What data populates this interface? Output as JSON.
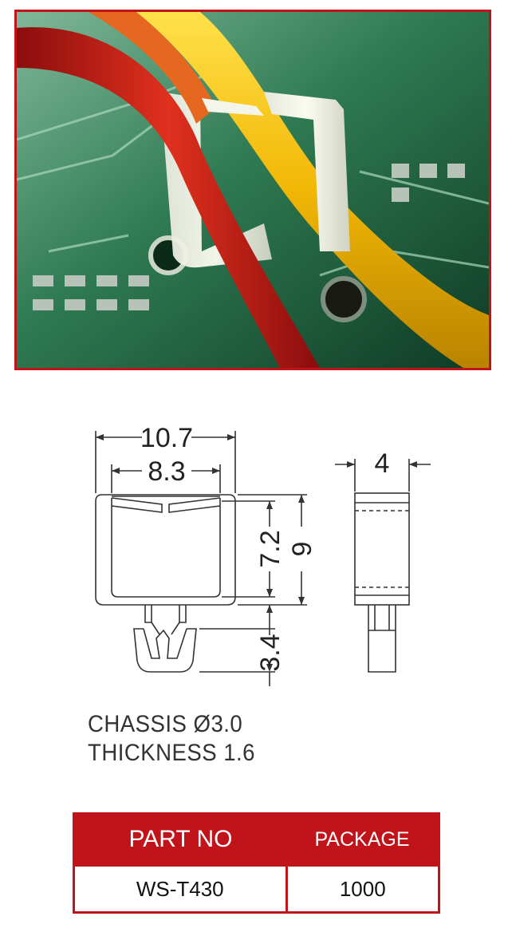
{
  "colors": {
    "accent": "#c0141a"
  },
  "photo": {
    "icon": "wire-clip-photo"
  },
  "drawing": {
    "width_outer": "10.7",
    "width_inner": "8.3",
    "height_inner": "7.2",
    "height_outer": "9",
    "leg_length": "3.4",
    "depth": "4"
  },
  "spec": {
    "chassis": "CHASSIS  Ø3.0",
    "thickness": "THICKNESS  1.6"
  },
  "table": {
    "headers": [
      "PART NO",
      "PACKAGE"
    ],
    "rows": [
      [
        "WS-T430",
        "1000"
      ]
    ]
  }
}
